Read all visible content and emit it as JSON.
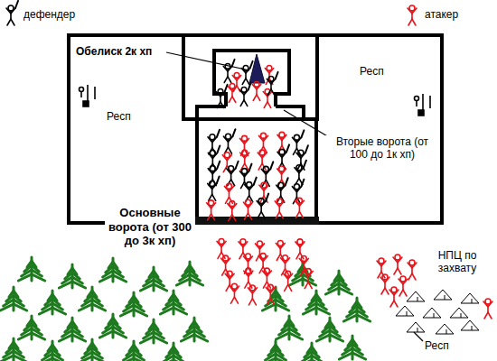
{
  "diagram": {
    "labels": [
      "Обелиск 2к хп",
      "Респ",
      "Респ",
      "Вторые ворота (от 100 до 1к хп)",
      "Основные ворота (от 300 до 3к хп)",
      "НПЦ по захвату",
      "Респ"
    ],
    "legend": [
      {
        "text": "дефендер"
      },
      {
        "text": "атакер"
      }
    ]
  }
}
